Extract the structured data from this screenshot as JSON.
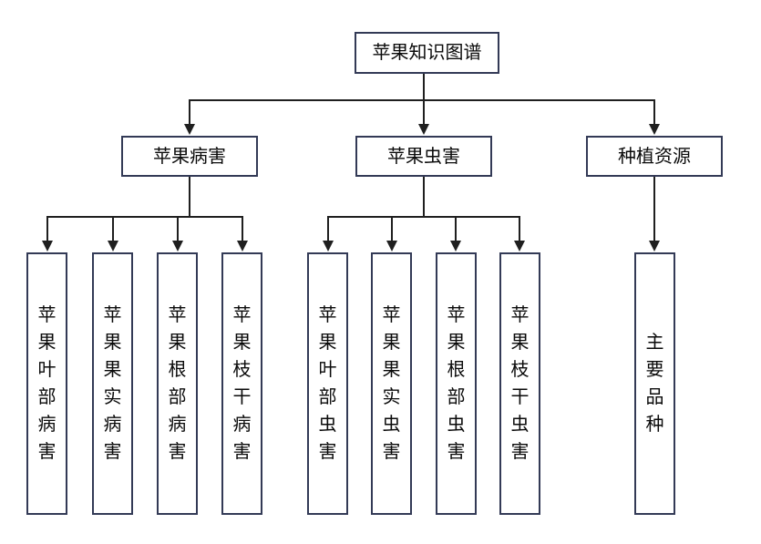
{
  "diagram": {
    "title_node": {
      "label": "苹果知识图谱"
    },
    "branches": [
      {
        "label": "苹果病害",
        "children": [
          {
            "label": "苹果叶部病害"
          },
          {
            "label": "苹果果实病害"
          },
          {
            "label": "苹果根部病害"
          },
          {
            "label": "苹果枝干病害"
          }
        ]
      },
      {
        "label": "苹果虫害",
        "children": [
          {
            "label": "苹果叶部虫害"
          },
          {
            "label": "苹果果实虫害"
          },
          {
            "label": "苹果根部虫害"
          },
          {
            "label": "苹果枝干虫害"
          }
        ]
      },
      {
        "label": "种植资源",
        "children": [
          {
            "label": "主要品种"
          }
        ]
      }
    ],
    "colors": {
      "box_border": "#333a56",
      "connector": "#1f1f1f",
      "text": "#0a0a0a",
      "background": "#ffffff"
    }
  }
}
